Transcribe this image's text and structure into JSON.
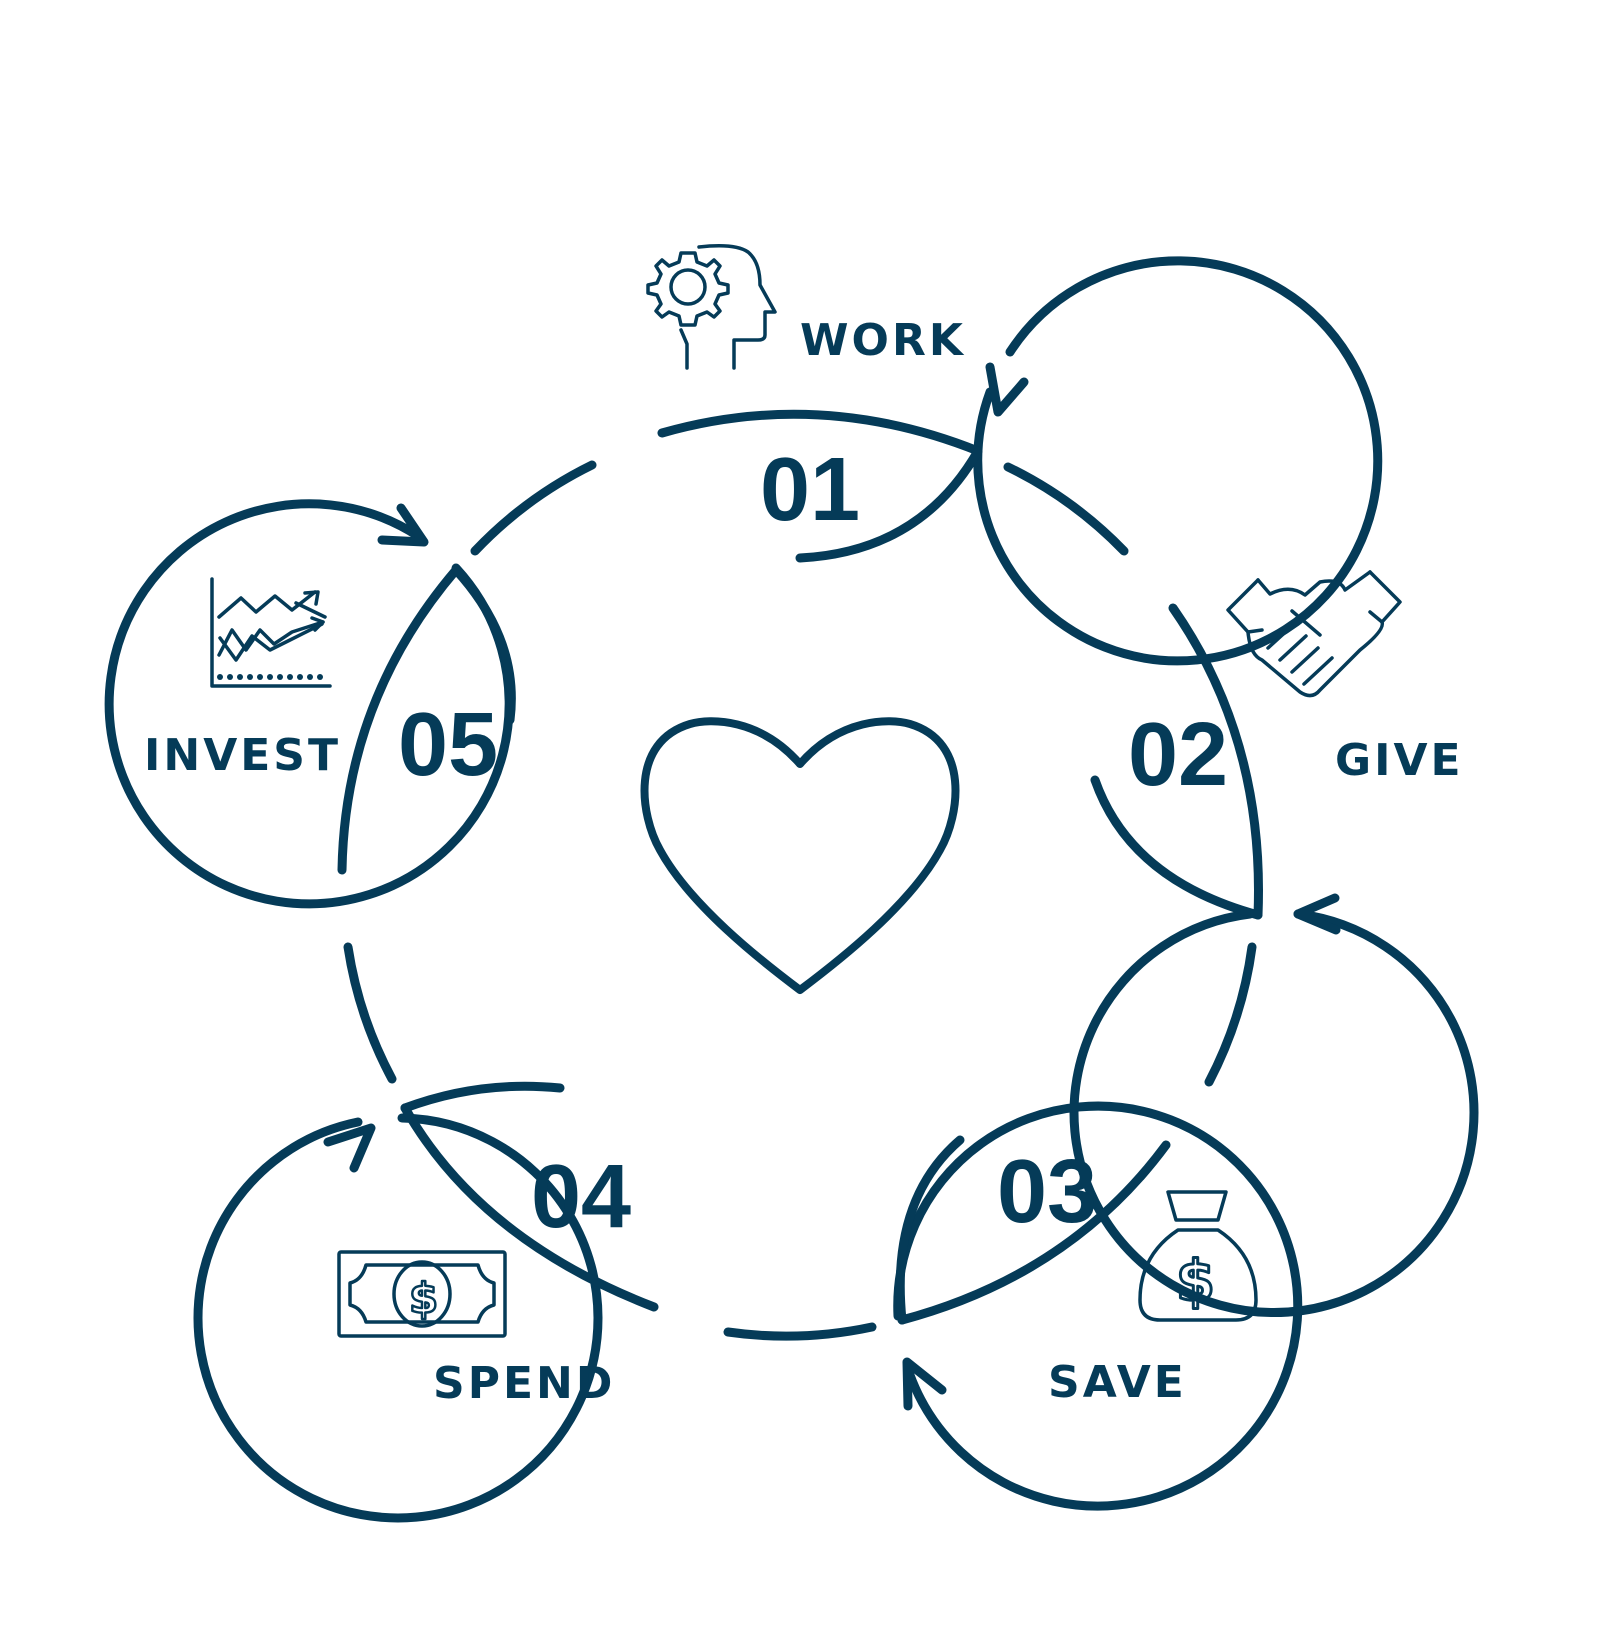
{
  "diagram": {
    "title": "",
    "center_icon": "heart-icon",
    "color": "#053B58",
    "background": "#FFFFFF",
    "steps": [
      {
        "number": "01",
        "label": "WORK",
        "icon": "head-gear-icon"
      },
      {
        "number": "02",
        "label": "GIVE",
        "icon": "handshake-icon"
      },
      {
        "number": "03",
        "label": "SAVE",
        "icon": "money-bag-icon"
      },
      {
        "number": "04",
        "label": "SPEND",
        "icon": "dollar-bill-icon"
      },
      {
        "number": "05",
        "label": "INVEST",
        "icon": "growth-chart-icon"
      }
    ],
    "flow": "clockwise cycle: WORK → GIVE → SAVE → SPEND → INVEST → WORK"
  }
}
